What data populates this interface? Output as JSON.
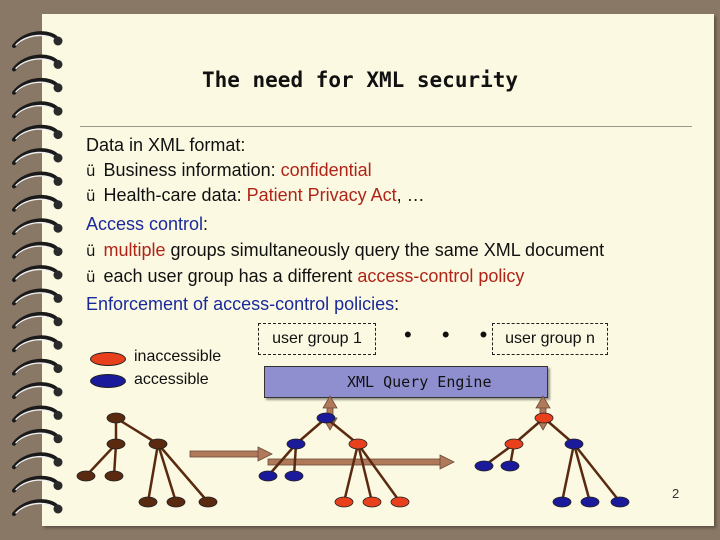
{
  "title": "The need for XML security",
  "lines": {
    "l1": "Data in XML format:",
    "l2a": "Business information: ",
    "l2b": "confidential",
    "l3a": "Health-care data: ",
    "l3b": "Patient Privacy Act",
    "l3c": ", …",
    "l4a": "Access control",
    "l4b": ":",
    "l5a": "multiple",
    "l5b": " groups simultaneously query the same XML document",
    "l6a": "each user group has a different ",
    "l6b": "access-control policy",
    "l7a": "Enforcement of access-control policies",
    "l7b": ":"
  },
  "check_glyph": "ü",
  "legend": {
    "inaccessible": "inaccessible",
    "accessible": "accessible"
  },
  "user_groups": {
    "first": "user group 1",
    "last": "user group n",
    "ellipsis": "• • •"
  },
  "engine_label": "XML Query Engine",
  "page_number": "2",
  "colors": {
    "inaccessible_node": "#e8401c",
    "accessible_node": "#1a1a9a",
    "tree_edge": "#5a2a10",
    "engine": "#8f8fd0",
    "arrow": "#b07a5a"
  }
}
